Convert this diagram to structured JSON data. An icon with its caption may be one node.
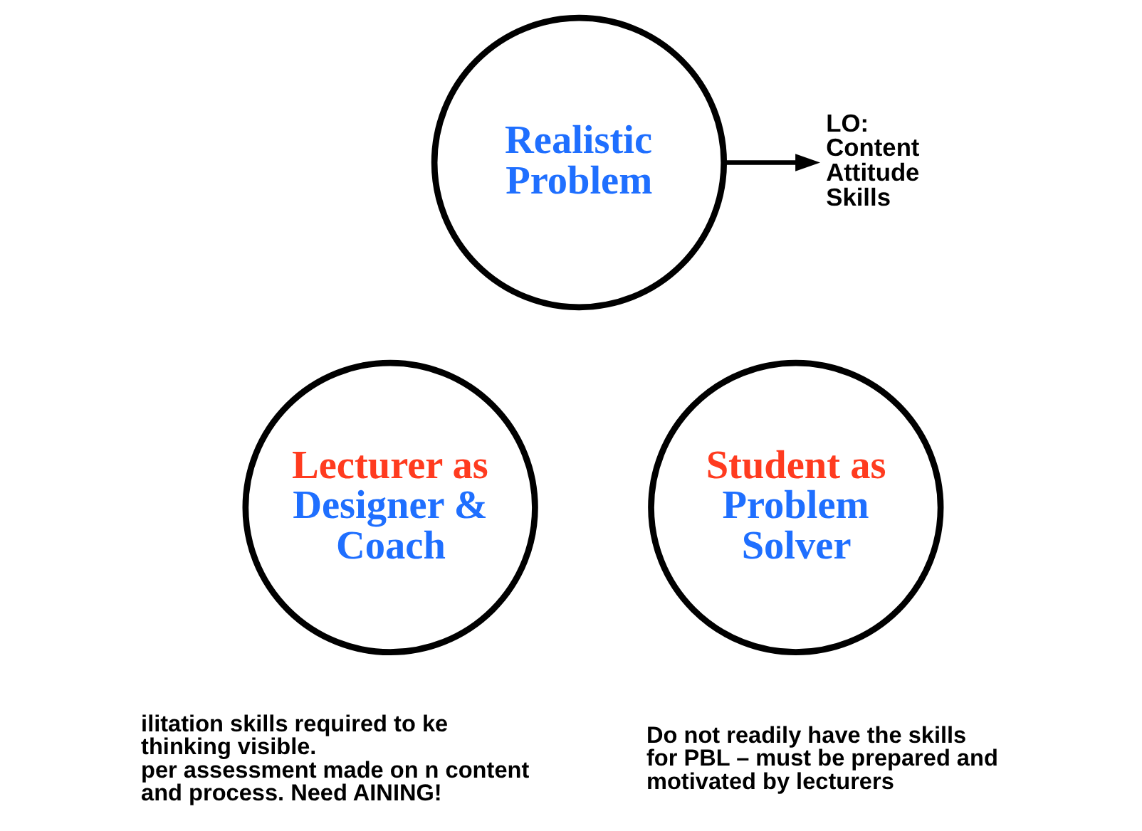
{
  "diagram": {
    "nodes": [
      {
        "text": [
          "Realistic Problem"
        ]
      },
      {
        "text": [
          "LO:",
          "Content",
          "Attitude",
          "Skills"
        ]
      },
      {
        "text": [
          "Lecturer as",
          "Designer & Coach"
        ],
        "beside": [
          "ilitation skills required to ke thinking visible.",
          "per assessment made on n content and process. Need AINING!"
        ]
      },
      {
        "text": [
          "Student as",
          "Problem Solver"
        ],
        "beside": [
          "Do not readily have the skills for PBL – must be prepared and motivated by lecturers"
        ]
      }
    ],
    "edges": [
      {
        "from": 0,
        "to": 1,
        "arrow": "to"
      }
    ]
  }
}
